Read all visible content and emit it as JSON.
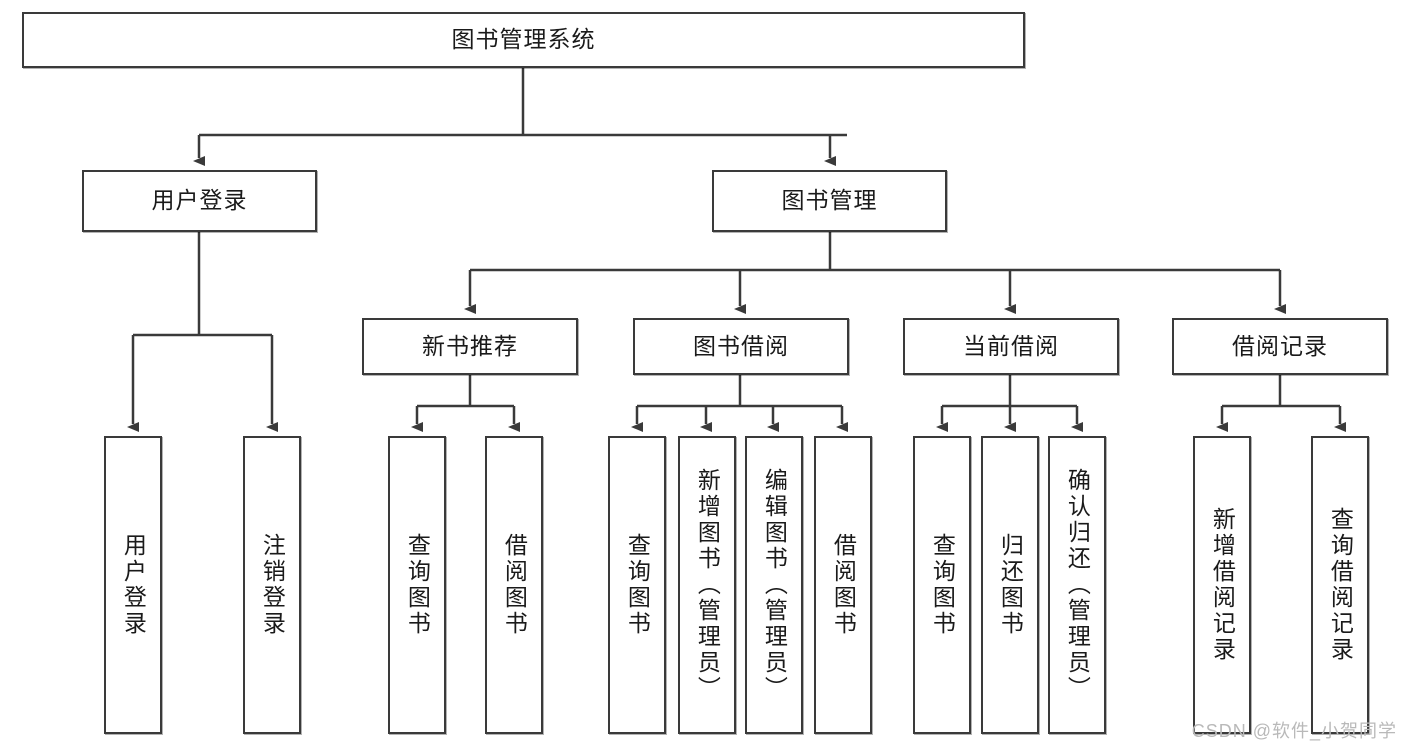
{
  "diagram": {
    "title": "图书管理系统",
    "watermark": "CSDN @软件_小贺同学",
    "colors": {
      "box_border": "#3a3a3a",
      "box_fill": "#ffffff",
      "edge": "#3a3a3a",
      "background": "#ffffff",
      "watermark": "#b9b9b9"
    },
    "root": {
      "label": "图书管理系统"
    },
    "level2": [
      {
        "label": "用户登录"
      },
      {
        "label": "图书管理"
      }
    ],
    "level3": [
      {
        "label": "新书推荐"
      },
      {
        "label": "图书借阅"
      },
      {
        "label": "当前借阅"
      },
      {
        "label": "借阅记录"
      }
    ],
    "leaves": {
      "user_login": [
        {
          "label": "用户登录"
        },
        {
          "label": "注销登录"
        }
      ],
      "new_book_recommend": [
        {
          "label": "查询图书"
        },
        {
          "label": "借阅图书"
        }
      ],
      "book_borrow": [
        {
          "label": "查询图书"
        },
        {
          "label": "新增图书（管理员）"
        },
        {
          "label": "编辑图书（管理员）"
        },
        {
          "label": "借阅图书"
        }
      ],
      "current_borrow": [
        {
          "label": "查询图书"
        },
        {
          "label": "归还图书"
        },
        {
          "label": "确认归还（管理员）"
        }
      ],
      "borrow_record": [
        {
          "label": "新增借阅记录"
        },
        {
          "label": "查询借阅记录"
        }
      ]
    }
  }
}
